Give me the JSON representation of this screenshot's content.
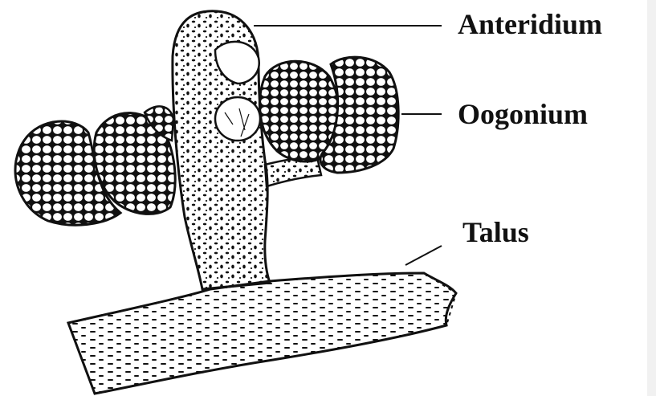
{
  "diagram": {
    "labels": {
      "anteridium": "Anteridium",
      "oogonium": "Oogonium",
      "talus": "Talus"
    },
    "colors": {
      "ink": "#111111",
      "background": "#ffffff",
      "right_strip": "#f1f1f1"
    }
  }
}
